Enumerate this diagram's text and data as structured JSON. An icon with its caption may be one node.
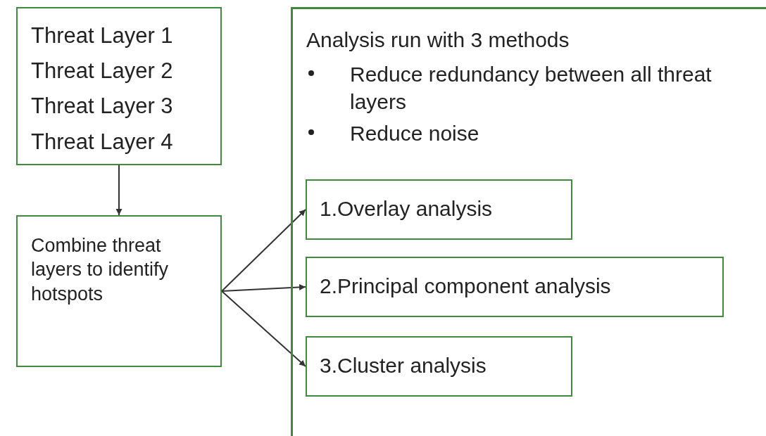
{
  "diagram": {
    "nodes": [
      {
        "text": [
          "Threat Layer 1",
          "Threat Layer 2",
          "Threat Layer 3",
          "Threat Layer 4"
        ]
      },
      {
        "text": [
          "Combine threat layers to identify hotspots"
        ]
      },
      {
        "text": [
          "Analysis run with 3 methods",
          "Reduce redundancy between all threat layers",
          "Reduce noise"
        ]
      },
      {
        "text": [
          "1.Overlay analysis"
        ],
        "in": 2
      },
      {
        "text": [
          "2.Principal component analysis"
        ],
        "in": 2
      },
      {
        "text": [
          "3.Cluster analysis"
        ],
        "in": 2
      }
    ],
    "edges": [
      {
        "from": 0,
        "to": 1,
        "arrow": "to"
      },
      {
        "from": 1,
        "to": 3,
        "arrow": "to"
      },
      {
        "from": 1,
        "to": 4,
        "arrow": "to"
      },
      {
        "from": 1,
        "to": 5,
        "arrow": "to"
      }
    ]
  }
}
